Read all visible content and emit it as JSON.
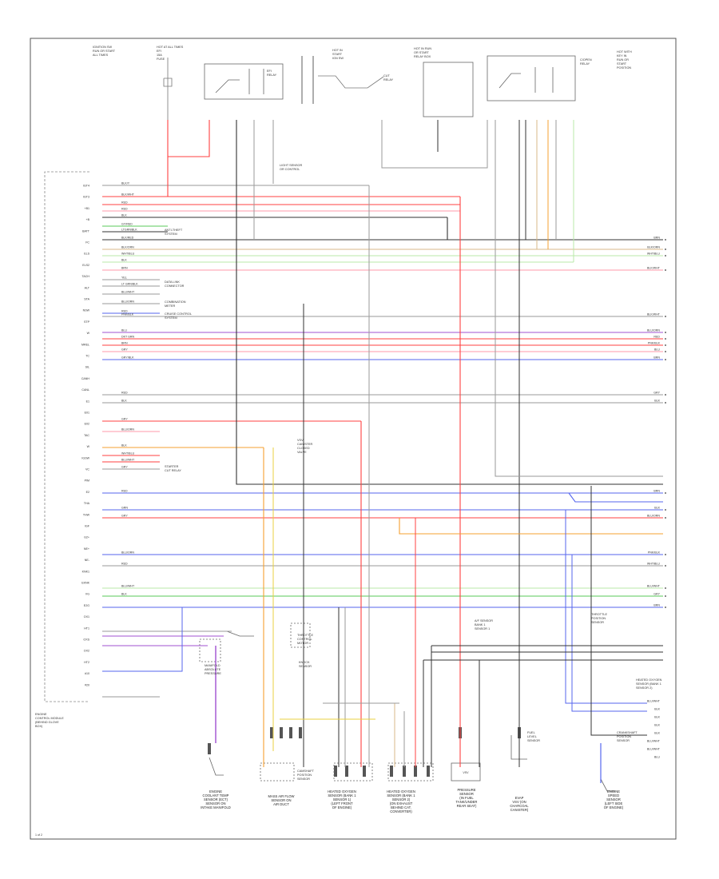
{
  "diagram": {
    "border_color": "#555555",
    "ecm_label": [
      "ENGINE",
      "CONTROL MODULE",
      "(BEHIND GLOVE",
      "BOX)"
    ],
    "page_number": "1 of 2",
    "colors": {
      "red": "#ff4040",
      "pink": "#ff9aa8",
      "gray": "#9a9a9a",
      "dark": "#333333",
      "green": "#58c858",
      "lightgreen": "#b8e8a8",
      "orange": "#f5a030",
      "blue": "#5566ee",
      "violet": "#a050d0",
      "yellow": "#e8d040",
      "tan": "#d8b888"
    },
    "ecm_pins": [
      "IGT4",
      "IGT3",
      "+B1",
      "+B",
      "BATT",
      "FC",
      "ELS",
      "ELS2",
      "TACH",
      "ALT",
      "STA",
      "NSW",
      "STP",
      "W",
      "MREL",
      "TC",
      "SIL",
      "CANH",
      "CANL",
      "E1",
      "E01",
      "E02",
      "TAC",
      "W",
      "IGSW",
      "VC",
      "PIM",
      "E2",
      "THA",
      "THW",
      "IGF",
      "G2+",
      "NE+",
      "NE-",
      "KNK1",
      "EKNK",
      "VG",
      "E2G",
      "OX1",
      "HT1",
      "OXS",
      "OX2",
      "HT2",
      "#10",
      "#20"
    ],
    "wire_labels": {
      "left_block": [
        "BLK/Y",
        "BLK/WHT",
        "RED",
        "RED",
        "BLK",
        "GY/RED",
        "LTGRN/BLK",
        "BLK/RED",
        "BLK/ORN",
        "WHT/BLU",
        "BLK",
        "BRN",
        "YEL",
        "LT GRN/BLK",
        "BLU/WHT",
        "BLU/ORN",
        "RED",
        "PNK/BLK",
        "BLU",
        "DKT GRN",
        "BRN",
        "GRY",
        "GRY/BLK",
        "RED",
        "BLK",
        "GRY",
        "BLU/ORN",
        "BLK",
        "WHT/BLU",
        "BLU/WHT",
        "GRY",
        "RED",
        "GRN",
        "GRY",
        "BLU/ORN",
        "RED",
        "BLU/WHT",
        "BLK"
      ],
      "right_edge": [
        "BRN",
        "BLK/ORN",
        "WHT/BLU",
        "BLK/WHT",
        "BLK/WHT",
        "BLU/ORN",
        "RED",
        "PNK/BLK",
        "BLU",
        "BRN",
        "GRY",
        "BLK",
        "BRN",
        "BLK",
        "BLU/ORN",
        "PNK/BLK",
        "WHT/BLU",
        "BLU/WHT",
        "GRY",
        "BRN",
        "BLU/WHT",
        "BLK",
        "BLK",
        "BLK",
        "BLK",
        "BLU/WHT",
        "BLU/WHT",
        "BLU"
      ]
    },
    "notes": {
      "hot_at_all_times": [
        "HOT AT ALL TIMES",
        "EFI",
        "15A",
        "FUSE"
      ],
      "efi_relay": [
        "EFI",
        "RELAY"
      ],
      "hot_in_start": [
        "HOT IN",
        "START",
        "IGN SW"
      ],
      "hot_run_start": [
        "HOT IN RUN",
        "OR START",
        "RELAY BOX"
      ],
      "cut_relay": [
        "CUT",
        "RELAY"
      ],
      "fuel_pump_relay": [
        "C/OPEN",
        "RELAY"
      ],
      "right_top": [
        "HOT WITH",
        "KEY IN",
        "RUN OR",
        "START",
        "POSITION"
      ],
      "left_top": [
        "IGNITION SW",
        "RUN OR START",
        "ALL TIMES"
      ],
      "starter": [
        "STARTER",
        "CUT RELAY"
      ],
      "anti_theft": [
        "ANTI-THEFT",
        "SYSTEM"
      ],
      "data_link": [
        "DATA LINK",
        "CONNECTOR"
      ],
      "cruise": [
        "CRUISE CONTROL",
        "SYSTEM"
      ],
      "light_sensor": [
        "LIGHT SENSOR",
        "OR CONTROL"
      ],
      "combination_meter": [
        "COMBINATION",
        "METER"
      ],
      "sensor_note": [
        "VSV",
        "CANISTER",
        "CLOSED",
        "VALVE"
      ],
      "sensor_right": [
        "HEATED OXYGEN",
        "SENSOR (BANK 1",
        "SENSOR 2)"
      ],
      "bank_labels": [
        "A/F SENSOR",
        "BANK 1",
        "SENSOR 1"
      ],
      "fuel_level": [
        "FUEL",
        "LEVEL",
        "SENSOR"
      ],
      "cam_sensor": [
        "CAMSHAFT",
        "POSITION",
        "SENSOR"
      ],
      "crank_sensor": [
        "CRANKSHAFT",
        "POSITION",
        "SENSOR"
      ],
      "knock": [
        "KNOCK",
        "SENSOR"
      ],
      "throttle": [
        "THROTTLE",
        "POSITION",
        "SENSOR"
      ],
      "pressure": [
        "MANIFOLD",
        "ABSOLUTE",
        "PRESSURE"
      ],
      "throttle_left": [
        "THROTTLE",
        "CONTROL",
        "MOTOR"
      ]
    },
    "bottom_captions": [
      [
        "ENGINE",
        "COOLANT TEMP",
        "SENSOR (ECT)",
        "SENSOR ON",
        "INTAKE MANIFOLD"
      ],
      [
        "MASS AIR FLOW",
        "SENSOR ON",
        "AIR DUCT"
      ],
      [
        "HEATED OXYGEN",
        "SENSOR (BANK 1",
        "SENSOR 1)",
        "(LEFT FRONT",
        "OF ENGINE)"
      ],
      [
        "HEATED OXYGEN",
        "SENSOR (BANK 1",
        "SENSOR 2)",
        "(ON EXHAUST",
        "BEHIND CAT.",
        "CONVERTER)"
      ],
      [
        "PRESSURE",
        "SENSOR",
        "(IN FUEL",
        "TANK/UNDER",
        "REAR SEAT)"
      ],
      [
        "EVAP",
        "VSV (ON",
        "CHARCOAL",
        "CANISTER)"
      ],
      [
        "ENGINE",
        "SPEED",
        "SENSOR",
        "(LEFT SIDE",
        "OF ENGINE)"
      ]
    ],
    "bottom_box": "VSV"
  }
}
